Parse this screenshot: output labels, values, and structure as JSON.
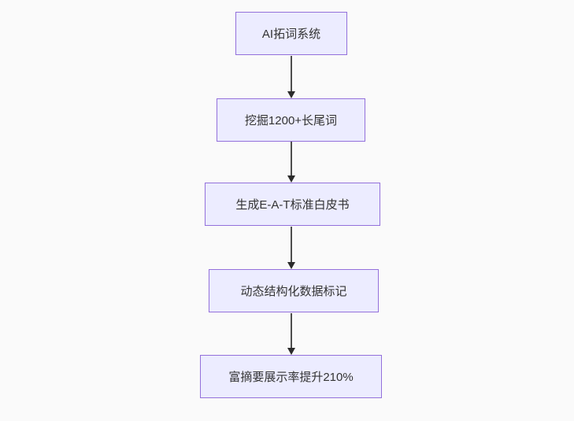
{
  "diagram": {
    "type": "flowchart",
    "direction": "top-down",
    "colors": {
      "background": "#fafafa",
      "node_fill": "#ECECFF",
      "node_border": "#9370DB",
      "node_text": "#333333",
      "edge_line": "#4d4d4d",
      "edge_arrowhead": "#2b2b2b"
    },
    "nodes": [
      {
        "id": "node-1",
        "label": "AI拓词系统"
      },
      {
        "id": "node-2",
        "label": "挖掘1200+长尾词"
      },
      {
        "id": "node-3",
        "label": "生成E-A-T标准白皮书"
      },
      {
        "id": "node-4",
        "label": "动态结构化数据标记"
      },
      {
        "id": "node-5",
        "label": "富摘要展示率提升210%"
      }
    ],
    "edges": [
      {
        "from": "node-1",
        "to": "node-2",
        "style": "arrow-down"
      },
      {
        "from": "node-2",
        "to": "node-3",
        "style": "arrow-down"
      },
      {
        "from": "node-3",
        "to": "node-4",
        "style": "arrow-down"
      },
      {
        "from": "node-4",
        "to": "node-5",
        "style": "arrow-down"
      }
    ]
  }
}
